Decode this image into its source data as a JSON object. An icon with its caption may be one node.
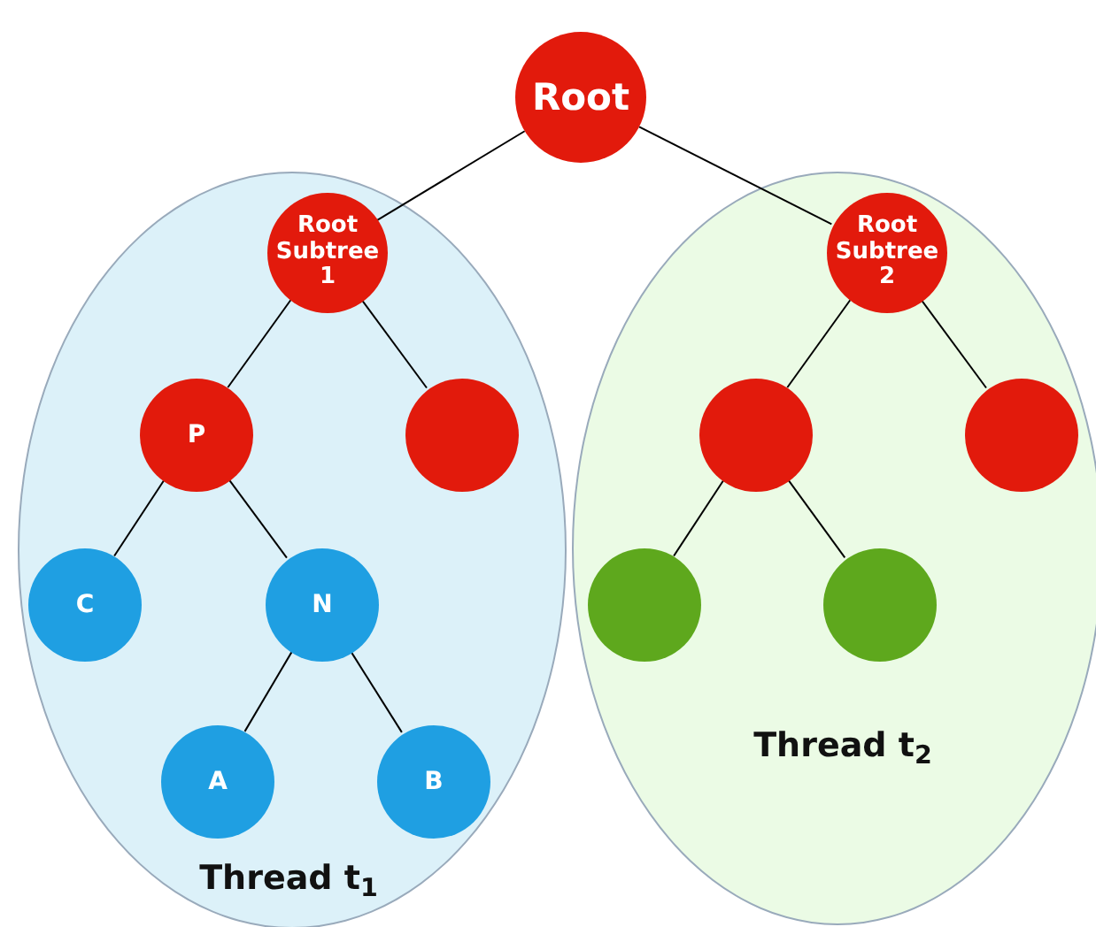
{
  "diagram": {
    "nodes": [
      {
        "text": [
          "Root"
        ]
      },
      {
        "text": [
          "Thread t$_{1}$"
        ]
      },
      {
        "text": [
          "Root Subtree 1"
        ],
        "in": 1
      },
      {
        "text": [
          "P"
        ],
        "in": 1
      },
      {
        "text": [],
        "shape": "circle",
        "in": 1
      },
      {
        "text": [
          "C"
        ],
        "in": 1
      },
      {
        "text": [
          "N"
        ],
        "in": 1
      },
      {
        "text": [
          "A"
        ],
        "in": 1
      },
      {
        "text": [
          "B"
        ],
        "in": 1
      },
      {
        "text": [
          "Thread t$_{2}$"
        ]
      },
      {
        "text": [
          "Root Subtree 2"
        ],
        "in": 9
      },
      {
        "text": [],
        "shape": "circle",
        "in": 9
      },
      {
        "text": [],
        "shape": "circle",
        "in": 9
      },
      {
        "text": [],
        "shape": "circle",
        "in": 9
      },
      {
        "text": [],
        "shape": "circle",
        "in": 9
      }
    ],
    "edges": [
      {
        "from": 0,
        "to": 2,
        "arrow": "none"
      },
      {
        "from": 0,
        "to": 10,
        "arrow": "none"
      },
      {
        "from": 2,
        "to": 3,
        "arrow": "none"
      },
      {
        "from": 2,
        "to": 4,
        "arrow": "none"
      },
      {
        "from": 3,
        "to": 5,
        "arrow": "none"
      },
      {
        "from": 3,
        "to": 6,
        "arrow": "none"
      },
      {
        "from": 6,
        "to": 7,
        "arrow": "none"
      },
      {
        "from": 6,
        "to": 8,
        "arrow": "none"
      },
      {
        "from": 10,
        "to": 11,
        "arrow": "none"
      },
      {
        "from": 10,
        "to": 12,
        "arrow": "none"
      },
      {
        "from": 11,
        "to": 13,
        "arrow": "none"
      },
      {
        "from": 11,
        "to": 14,
        "arrow": "none"
      }
    ]
  }
}
